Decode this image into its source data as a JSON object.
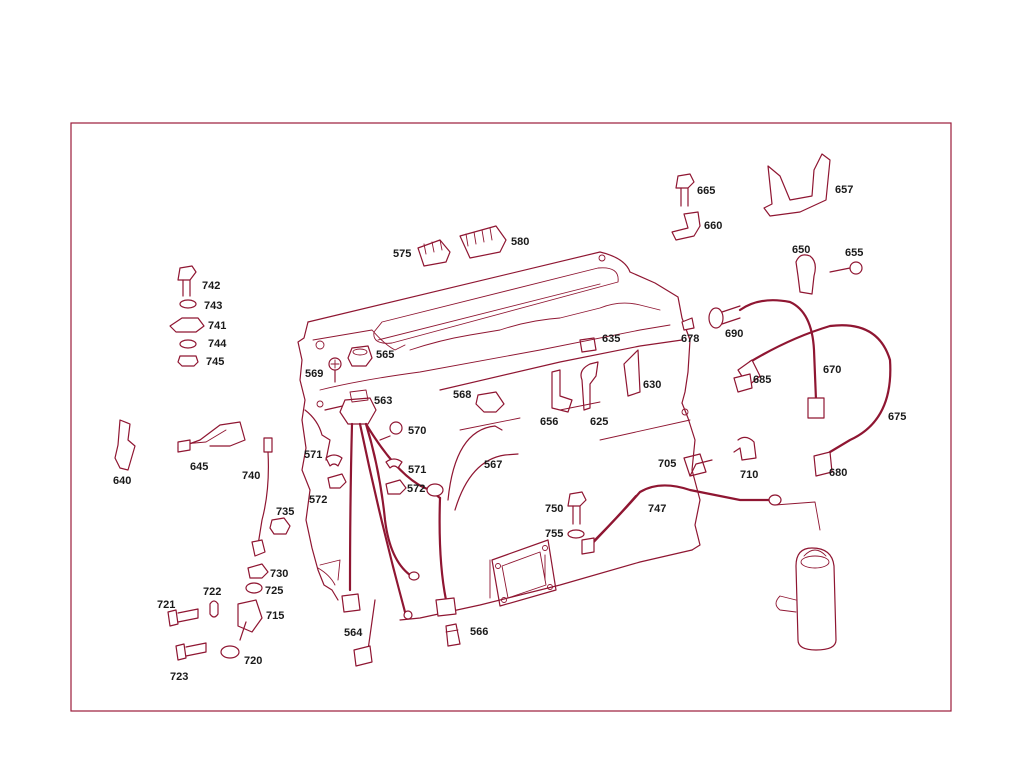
{
  "colors": {
    "line": "#8f1632",
    "frame": "#9b1b3a",
    "label": "#1a1a1a",
    "background": "#ffffff"
  },
  "part_labels": {
    "p563": "563",
    "p564": "564",
    "p565": "565",
    "p566": "566",
    "p567": "567",
    "p568": "568",
    "p569": "569",
    "p570": "570",
    "p571a": "571",
    "p571b": "571",
    "p572a": "572",
    "p572b": "572",
    "p575": "575",
    "p580": "580",
    "p625": "625",
    "p630": "630",
    "p635": "635",
    "p640": "640",
    "p645": "645",
    "p650": "650",
    "p655": "655",
    "p656": "656",
    "p657": "657",
    "p660": "660",
    "p665": "665",
    "p670": "670",
    "p675": "675",
    "p678": "678",
    "p680": "680",
    "p685": "685",
    "p690": "690",
    "p705": "705",
    "p710": "710",
    "p715": "715",
    "p720": "720",
    "p721": "721",
    "p722": "722",
    "p723": "723",
    "p725": "725",
    "p730": "730",
    "p735": "735",
    "p740": "740",
    "p741": "741",
    "p742": "742",
    "p743": "743",
    "p744": "744",
    "p745": "745",
    "p747": "747",
    "p750": "750",
    "p755": "755"
  }
}
